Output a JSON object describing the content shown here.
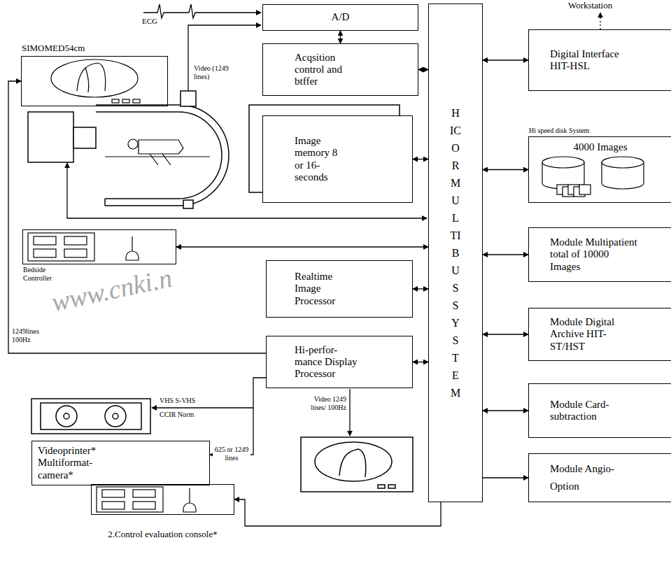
{
  "diagram": {
    "nodes": [
      {
        "text": [
          "A/D"
        ]
      },
      {
        "text": [
          "Acqsition control and btffer"
        ]
      },
      {
        "text": [
          "Image memory 8 or 16- seconds"
        ]
      },
      {
        "text": [
          "Realtime Image Processor"
        ]
      },
      {
        "text": [
          "Hi-perfor- mance Display Processor"
        ]
      },
      {
        "text": [
          "HICOR MULTIBUS SYSTEM"
        ]
      },
      {
        "text": [
          "Digital Interface HIT-HSL"
        ]
      },
      {
        "text": [
          "Hi speed disk System",
          "4000 Images"
        ]
      },
      {
        "text": [
          "Module Multipatient total of 10000 Images"
        ]
      },
      {
        "text": [
          "Module Digital Archive HIT-ST/HST"
        ]
      },
      {
        "text": [
          "Module Card- subtraction"
        ]
      },
      {
        "text": [
          "Module Angio-Option"
        ]
      },
      {
        "text": [
          "SIMOMED54cm"
        ]
      },
      {
        "text": [
          "Bedside Controller"
        ]
      },
      {
        "text": [
          "Videoprinter* Multiformat- camera*"
        ]
      },
      {
        "text": [
          "2.Control evaluation console*"
        ]
      }
    ],
    "edges": [
      {
        "from": 0,
        "to": 1,
        "arrow": "both"
      },
      {
        "from": 1,
        "to": 5,
        "arrow": "both"
      },
      {
        "from": 2,
        "to": 5,
        "arrow": "both"
      },
      {
        "from": 13,
        "to": 5,
        "arrow": "both"
      },
      {
        "from": 3,
        "to": 5,
        "arrow": "both"
      },
      {
        "from": 4,
        "to": 5,
        "arrow": "both"
      },
      {
        "from": 5,
        "to": 6,
        "arrow": "both"
      },
      {
        "from": 5,
        "to": 7,
        "arrow": "both"
      },
      {
        "from": 5,
        "to": 8,
        "arrow": "both"
      },
      {
        "from": 5,
        "to": 9,
        "arrow": "both"
      },
      {
        "from": 5,
        "to": 10,
        "arrow": "both"
      },
      {
        "from": 5,
        "to": 11,
        "arrow": "to"
      },
      {
        "from": 4,
        "to": 12,
        "arrow": "to"
      },
      {
        "from": 4,
        "to": 14,
        "arrow": "to"
      },
      {
        "from": 5,
        "to": 15,
        "arrow": "to"
      }
    ],
    "labels": [
      "Workstation",
      "ECG",
      "Video (1249 lines)",
      "1249lines 100Hz",
      "VHS S-VHS",
      "CCIR Norm",
      "625 or 1249 lines",
      "Video 1249 lines/ 100Hz",
      "www.cnki.n"
    ]
  }
}
